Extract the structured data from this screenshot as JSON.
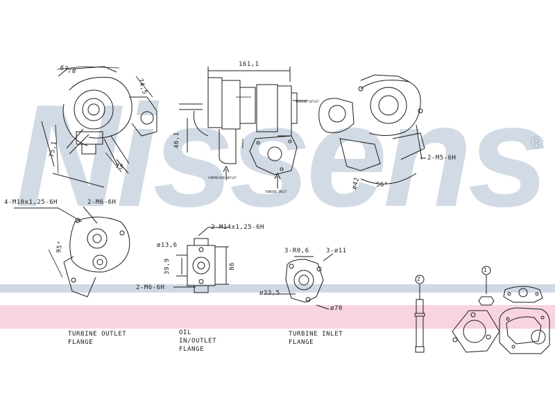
{
  "watermark": {
    "brand": "Nissens",
    "registered": "®"
  },
  "dimensions": {
    "d67_8": "67,8",
    "d74_5": "74,5",
    "d75_1": "75,1",
    "d75": "75",
    "d161_1": "161,1",
    "d46_1": "46,1",
    "d42": "ø42",
    "d56": "56°",
    "m5": "2-M5-6H",
    "m10": "4-M10x1,25-6H",
    "m6_top": "2-M6-6H",
    "d95": "95°",
    "m14": "2-M14x1,25-6H",
    "d13_6": "ø13,6",
    "d39_9": "39,9",
    "d86": "86",
    "m6_oil": "2-M6-6H",
    "b6": "3-R0,6",
    "h11": "3-ø11",
    "d33_5": "ø33,5",
    "d70": "ø70",
    "turbine_outlet_small": "TURBINE OUTLET",
    "compressor_outlet_small": "COMPRESSOR OUTLET",
    "turbine_inlet_small": "TURBINE INLET"
  },
  "callouts": {
    "c1": "1",
    "c2": "2"
  },
  "captions": {
    "turbine_outlet": [
      "TURBINE OUTLET",
      "FLANGE"
    ],
    "oil": [
      "OIL",
      "IN/OUTLET",
      "FLANGE"
    ],
    "turbine_inlet": [
      "TURBINE INLET",
      "FLANGE"
    ]
  },
  "colors": {
    "watermark": "#9db0c6",
    "band_blue": "#cfd9e6",
    "band_red": "#f7d4de",
    "line": "#1a1a1a"
  }
}
